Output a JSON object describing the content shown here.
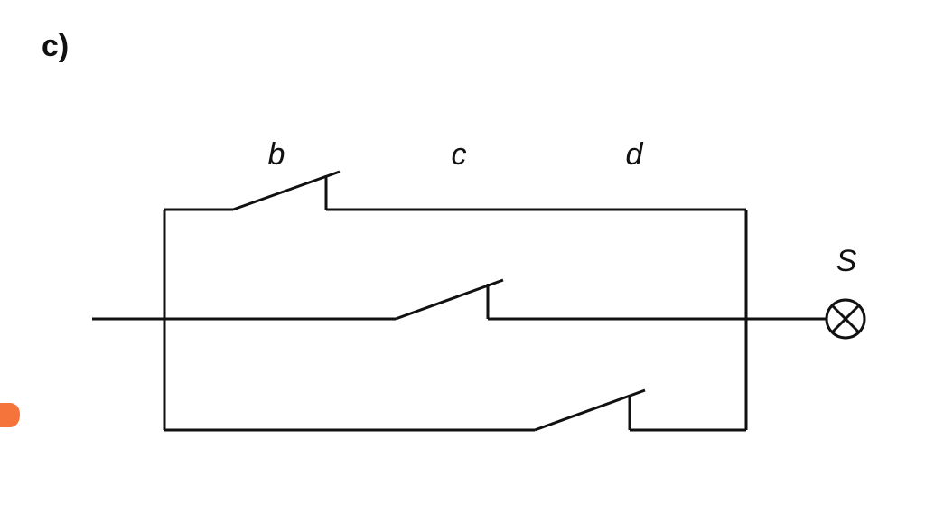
{
  "part_label": "c)",
  "switches": [
    {
      "label": "b"
    },
    {
      "label": "c"
    },
    {
      "label": "d"
    }
  ],
  "lamp": {
    "label": "S",
    "icon": "lamp-cross-icon"
  },
  "colors": {
    "wire": "#111111",
    "marker": "#f4743b"
  }
}
